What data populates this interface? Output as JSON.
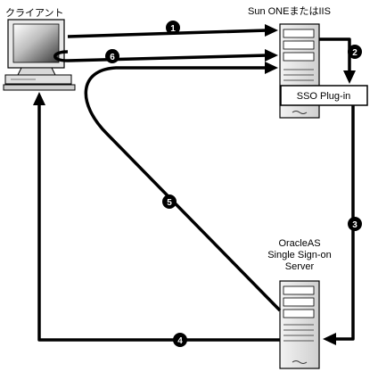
{
  "labels": {
    "client": "クライアント",
    "web_server": "Sun ONEまたはIIS",
    "plugin": "SSO Plug-in",
    "sso_server_line1": "OracleAS",
    "sso_server_line2": "Single Sign-on",
    "sso_server_line3": "Server"
  },
  "steps": [
    "1",
    "2",
    "3",
    "4",
    "5",
    "6"
  ]
}
